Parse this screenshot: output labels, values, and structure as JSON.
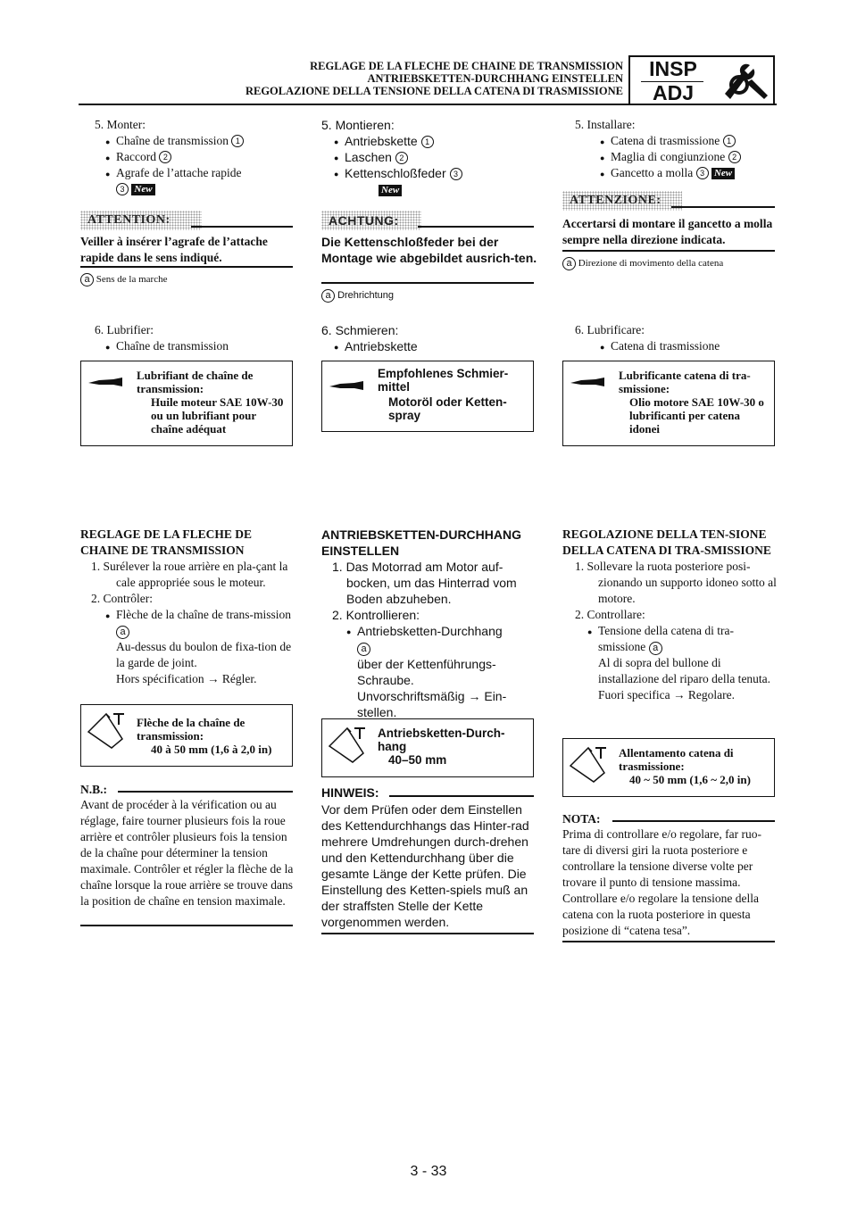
{
  "header": {
    "line_fr": "REGLAGE DE LA FLECHE DE CHAINE DE TRANSMISSION",
    "line_de": "ANTRIEBSKETTEN-DURCHHANG EINSTELLEN",
    "line_it": "REGOLAZIONE DELLA TENSIONE DELLA CATENA DI TRASMISSIONE",
    "badge_top": "INSP",
    "badge_bottom": "ADJ",
    "badge_icon": "wrench-and-spanner-icon"
  },
  "new_tag": "New",
  "fr": {
    "step5": "5. Monter:",
    "step5_items": [
      "Chaîne de transmission",
      "Raccord",
      "Agrafe de l’attache rapide"
    ],
    "step5_nums": [
      "1",
      "2",
      "3"
    ],
    "warn_label": "ATTENTION:",
    "warn_text": "Veiller à insérer l’agrafe de l’attache rapide dans le sens indiqué.",
    "caption_mark": "a",
    "caption": "Sens de la marche",
    "step6": "6. Lubrifier:",
    "step6_item": "Chaîne de transmission",
    "lube_title": "Lubrifiant de chaîne de transmission:",
    "lube_value": "Huile moteur SAE 10W-30 ou un lubrifiant pour chaîne adéquat",
    "sec_title": "REGLAGE DE LA FLECHE DE CHAINE DE TRANSMISSION",
    "s1": "1. Surélever la roue arrière en pla-çant la cale appropriée sous le moteur.",
    "s2": "2. Contrôler:",
    "s2_item": "Flèche de la chaîne de trans-mission",
    "s2_detail": "Au-dessus du boulon de fixa-tion de la garde de joint.",
    "s2_out": "Hors spécification → Régler.",
    "spec_title": "Flèche de la chaîne de transmission:",
    "spec_value": "40 à 50 mm (1,6 à 2,0 in)",
    "note_label": "N.B.:",
    "note_text": "Avant de procéder à la vérification ou au réglage, faire tourner plusieurs fois la roue arrière et contrôler plusieurs fois la tension de la chaîne pour déterminer la tension maximale. Contrôler et régler la flèche de la chaîne lorsque la roue arrière se trouve dans la position de chaîne en tension maximale."
  },
  "de": {
    "step5": "5. Montieren:",
    "step5_items": [
      "Antriebskette",
      "Laschen",
      "Kettenschloßfeder"
    ],
    "step5_nums": [
      "1",
      "2",
      "3"
    ],
    "warn_label": "ACHTUNG:",
    "warn_text": "Die Kettenschloßfeder bei der Montage wie abgebildet ausrich-ten.",
    "caption_mark": "a",
    "caption": "Drehrichtung",
    "step6": "6. Schmieren:",
    "step6_item": "Antriebskette",
    "lube_title": "Empfohlenes Schmier-mittel",
    "lube_value": "Motoröl oder Ketten-spray",
    "sec_title": "ANTRIEBSKETTEN-DURCHHANG EINSTELLEN",
    "s1": "1. Das Motorrad am Motor auf-bocken, um das Hinterrad vom Boden abzuheben.",
    "s2": "2. Kontrollieren:",
    "s2_item": "Antriebsketten-Durchhang",
    "s2_detail": "über der Kettenführungs-Schraube.",
    "s2_out": "Unvorschriftsmäßig → Ein-stellen.",
    "spec_title": "Antriebsketten-Durch-hang",
    "spec_value": "40–50 mm",
    "note_label": "HINWEIS:",
    "note_text": "Vor dem Prüfen oder dem Einstellen des Kettendurchhangs das Hinter-rad mehrere Umdrehungen durch-drehen und den Kettendurchhang über die gesamte Länge der Kette prüfen. Die Einstellung des Ketten-spiels muß an der straffsten Stelle der Kette vorgenommen werden."
  },
  "it": {
    "step5": "5. Installare:",
    "step5_items": [
      "Catena di trasmissione",
      "Maglia di congiunzione",
      "Gancetto a molla"
    ],
    "step5_nums": [
      "1",
      "2",
      "3"
    ],
    "warn_label": "ATTENZIONE:",
    "warn_text": "Accertarsi di montare il gancetto a molla sempre nella direzione indicata.",
    "caption_mark": "a",
    "caption": "Direzione di movimento della catena",
    "step6": "6. Lubrificare:",
    "step6_item": "Catena di trasmissione",
    "lube_title": "Lubrificante catena di tra-smissione:",
    "lube_value": "Olio motore SAE 10W-30 o lubrificanti per catena idonei",
    "sec_title": "REGOLAZIONE DELLA TEN-SIONE DELLA CATENA DI TRA-SMISSIONE",
    "s1": "1. Sollevare la ruota posteriore posi-zionando un supporto idoneo sotto al motore.",
    "s2": "2. Controllare:",
    "s2_item": "Tensione della catena di tra-smissione",
    "s2_detail": "Al di sopra del bullone di installazione del riparo della tenuta.",
    "s2_out": "Fuori specifica → Regolare.",
    "spec_title": "Allentamento catena di trasmissione:",
    "spec_value": "40 ~ 50 mm (1,6 ~ 2,0 in)",
    "note_label": "NOTA:",
    "note_text": "Prima di controllare e/o regolare, far ruo-tare di diversi giri la ruota posteriore e controllare la tensione diverse volte per trovare il punto di tensione massima. Controllare e/o regolare la tensione della catena con la ruota posteriore in questa posizione di “catena tesa”."
  },
  "page_number": "3 - 33"
}
